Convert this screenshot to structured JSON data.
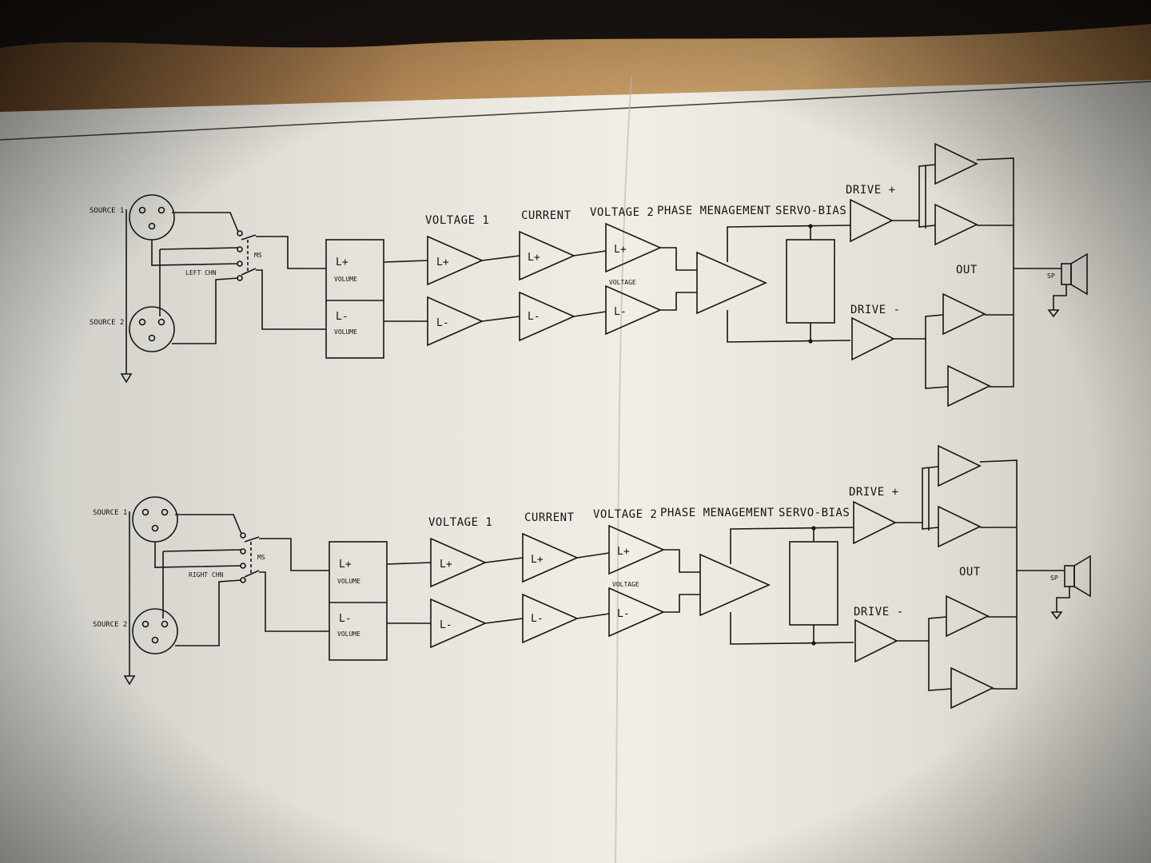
{
  "colors": {
    "paper": "#ebe8e0",
    "ink": "#161616",
    "wood": "#b98f5c",
    "shadow": "#1e1712"
  },
  "channels": [
    {
      "source1": "SOURCE 1",
      "source2": "SOURCE 2",
      "channel": "LEFT CHN",
      "ms": "MS",
      "vol_plus": "L+",
      "vol_minus": "L-",
      "volume": "VOLUME",
      "voltage1": "VOLTAGE 1",
      "current": "CURRENT",
      "voltage2": "VOLTAGE 2",
      "phase": "PHASE MENAGEMENT",
      "servo": "SERVO-BIAS",
      "drive_plus": "DRIVE +",
      "drive_minus": "DRIVE -",
      "out": "OUT",
      "voltage_small": "VOLTAGE",
      "amp_plus": "L+",
      "amp_minus": "L-",
      "speaker": "SP"
    },
    {
      "source1": "SOURCE 1",
      "source2": "SOURCE 2",
      "channel": "RIGHT CHN",
      "ms": "MS",
      "vol_plus": "L+",
      "vol_minus": "L-",
      "volume": "VOLUME",
      "voltage1": "VOLTAGE 1",
      "current": "CURRENT",
      "voltage2": "VOLTAGE 2",
      "phase": "PHASE MENAGEMENT",
      "servo": "SERVO-BIAS",
      "drive_plus": "DRIVE +",
      "drive_minus": "DRIVE -",
      "out": "OUT",
      "voltage_small": "VOLTAGE",
      "amp_plus": "L+",
      "amp_minus": "L-",
      "speaker": "SP"
    }
  ]
}
